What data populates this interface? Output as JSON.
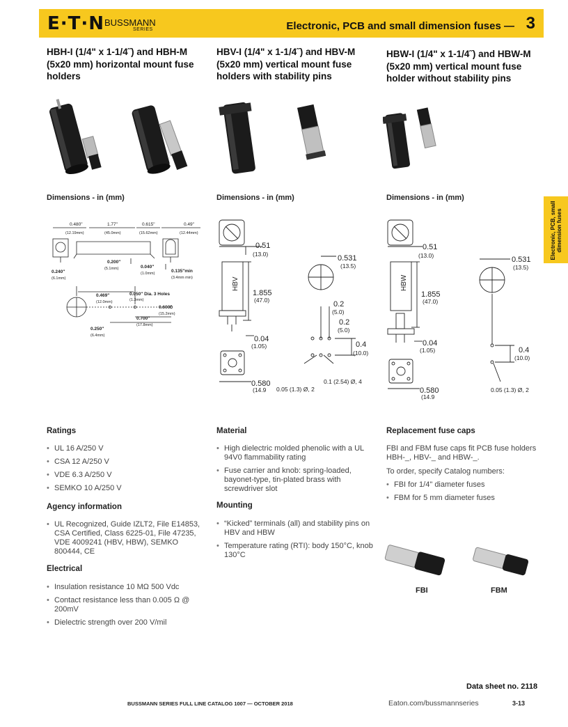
{
  "header": {
    "logo": "E·T·N",
    "brand_line1": "BUSSMANN",
    "brand_line2": "SERIES",
    "title": "Electronic, PCB and small dimension fuses —",
    "section_number": "3"
  },
  "side_tab": {
    "label": "Electronic, PCB, small dimension fuses"
  },
  "products": [
    {
      "title": "HBH-I (1/4\" x 1-1/4˝) and HBH-M (5x20 mm) horizontal mount fuse holders",
      "dims_heading": "Dimensions - in (mm)"
    },
    {
      "title": "HBV-I (1/4\" x 1-1/4˝) and HBV-M (5x20 mm) vertical mount fuse holders with stability pins",
      "dims_heading": "Dimensions - in (mm)"
    },
    {
      "title": "HBW-I (1/4\" x 1-1/4˝) and HBW-M (5x20 mm) vertical mount fuse holder without stability pins",
      "dims_heading": "Dimensions - in (mm)"
    }
  ],
  "hbh_dims": {
    "d1": "0.480\"",
    "d1m": "(12.19mm)",
    "d2": "1.77\"",
    "d2m": "(45.0mm)",
    "d3": "0.615\"",
    "d3m": "(15.62mm)",
    "d4": "0.49\"",
    "d4m": "(12.44mm)",
    "d5": "0.200\"",
    "d5m": "(5.1mm)",
    "d6": "0.240\"",
    "d6m": "(6.1mm)",
    "d7": "0.040\"",
    "d7m": "(1.0mm)",
    "d8": "0.135\"min",
    "d8m": "(3.4mm min)",
    "d9": "0.469\"",
    "d9m": "(12.0mm)",
    "d10": "0.050\" Dia. 3 Holes",
    "d10m": "(1.3mm)",
    "d11": "0.600\"",
    "d11m": "(15.2mm)",
    "d12": "0.700\"",
    "d12m": "(17.8mm)",
    "d13": "0.250\"",
    "d13m": "(6.4mm)"
  },
  "hbv_dims": {
    "body_label": "HBV",
    "top": "0.51",
    "top_mm": "(13.0)",
    "height": "1.855",
    "height_mm": "(47.0)",
    "pin": "0.04",
    "pin_mm": "(1.05)",
    "base": "0.580",
    "base_mm": "(14.9",
    "dia": "0.531",
    "dia_mm": "(13.5)",
    "p1": "0.2",
    "p1_mm": "(5.0)",
    "p2": "0.2",
    "p2_mm": "(5.0)",
    "p3": "0.4",
    "p3_mm": "(10.0)",
    "hole1": "0.05 (1.3) Ø, 2",
    "hole2": "0.1 (2.54) Ø, 4"
  },
  "hbw_dims": {
    "body_label": "HBW",
    "top": "0.51",
    "top_mm": "(13.0)",
    "height": "1.855",
    "height_mm": "(47.0)",
    "pin": "0.04",
    "pin_mm": "(1.05)",
    "base": "0.580",
    "base_mm": "(14.9",
    "dia": "0.531",
    "dia_mm": "(13.5)",
    "p3": "0.4",
    "p3_mm": "(10.0)",
    "hole1": "0.05 (1.3) Ø, 2"
  },
  "ratings": {
    "heading": "Ratings",
    "items": [
      "UL 16 A/250 V",
      "CSA 12 A/250 V",
      "VDE 6.3 A/250 V",
      "SEMKO 10 A/250 V"
    ]
  },
  "agency": {
    "heading": "Agency information",
    "items": [
      "UL Recognized, Guide IZLT2, File E14853, CSA Certified, Class 6225-01, File 47235, VDE 4009241 (HBV, HBW), SEMKO 800444, CE"
    ]
  },
  "electrical": {
    "heading": "Electrical",
    "items": [
      "Insulation resistance 10 MΩ 500 Vdc",
      "Contact resistance less than 0.005 Ω @ 200mV",
      "Dielectric strength over 200 V/mil"
    ]
  },
  "material": {
    "heading": "Material",
    "items": [
      "High dielectric molded phenolic with a UL 94V0 flammability rating",
      "Fuse carrier and knob: spring-loaded, bayonet-type, tin-plated brass with screwdriver slot"
    ]
  },
  "mounting": {
    "heading": "Mounting",
    "items": [
      "“Kicked” terminals (all) and stability pins on HBV and HBW",
      "Temperature rating (RTI): body 150°C, knob 130°C"
    ]
  },
  "replacement": {
    "heading": "Replacement fuse caps",
    "intro": "FBI and FBM fuse caps fit PCB fuse holders HBH-_, HBV-_ and HBW-_.",
    "order": "To order, specify Catalog numbers:",
    "items": [
      "FBI for 1/4\" diameter fuses",
      "FBM for 5 mm diameter fuses"
    ],
    "cap1": "FBI",
    "cap2": "FBM"
  },
  "footer": {
    "datasheet": "Data sheet no. 2118",
    "catalog": "BUSSMANN SERIES FULL LINE CATALOG 1007 — OCTOBER 2018",
    "url": "Eaton.com/bussmannseries",
    "page": "3-13"
  }
}
